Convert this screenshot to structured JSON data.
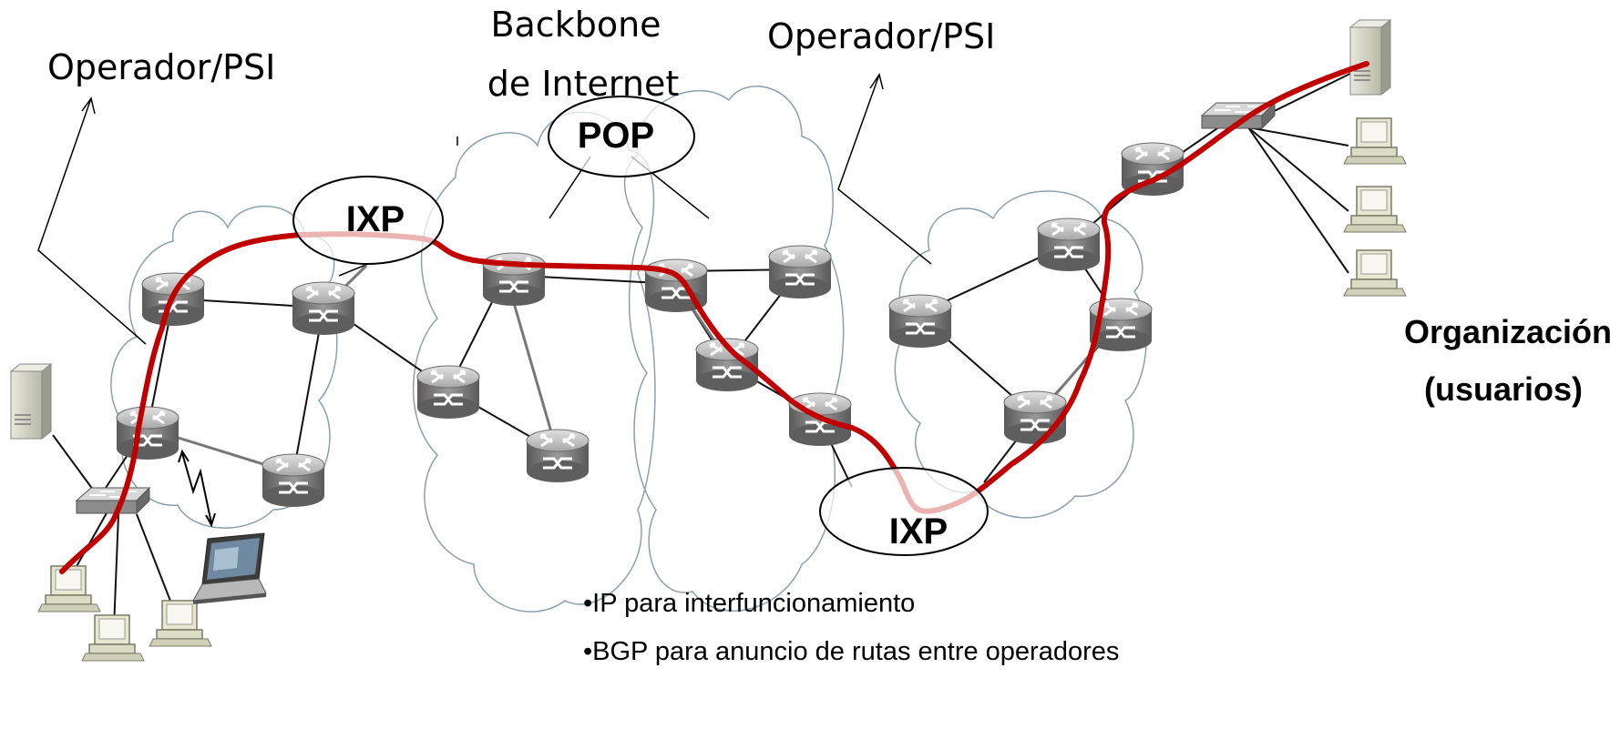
{
  "labels": {
    "operator_left": "Operador/PSI",
    "backbone_line1": "Backbone",
    "backbone_line2": "de Internet",
    "operator_right": "Operador/PSI",
    "pop": "POP",
    "ixp_left": "IXP",
    "ixp_bottom": "IXP",
    "organization_line1": "Organización",
    "organization_line2": "(usuarios)"
  },
  "notes": [
    "•IP para interfuncionamiento",
    "•BGP para anuncio de rutas entre operadores"
  ],
  "colors": {
    "path": "#c00000",
    "cloud_stroke": "#8aa0ad",
    "router_body": "#8a8a8a",
    "router_top": "#c4c4c4"
  },
  "icons": {
    "router": "router-icon",
    "switch": "switch-icon",
    "server": "server-icon",
    "workstation": "workstation-icon",
    "laptop": "laptop-icon"
  }
}
